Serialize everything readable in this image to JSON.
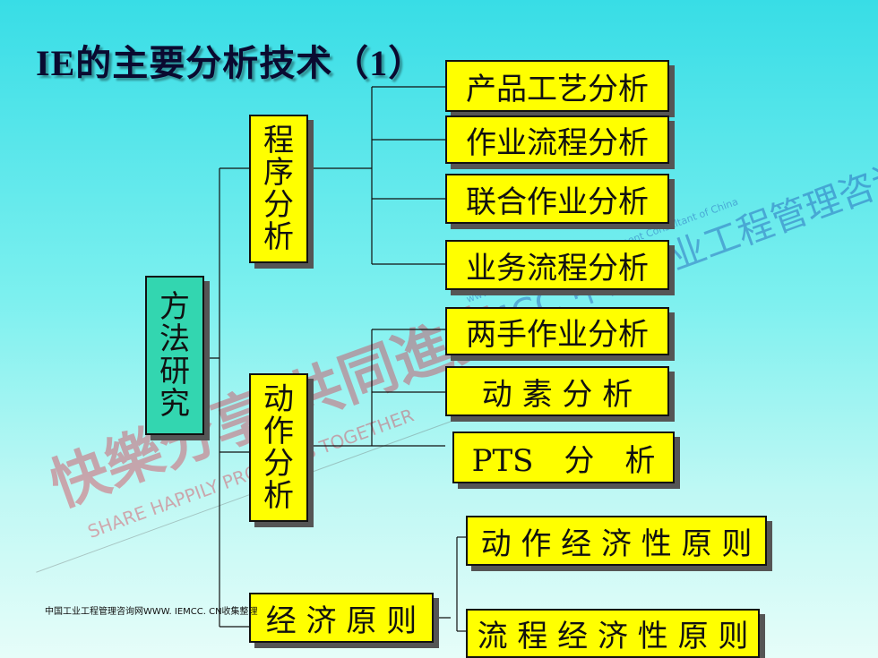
{
  "title": "IE的主要分析技术（1）",
  "root": {
    "label": [
      "方",
      "法",
      "研",
      "究"
    ]
  },
  "level1": [
    {
      "id": "program",
      "label": [
        "程",
        "序",
        "分",
        "析"
      ]
    },
    {
      "id": "motion",
      "label": [
        "动",
        "作",
        "分",
        "析"
      ]
    },
    {
      "id": "economy",
      "label": "经 济 原 则"
    }
  ],
  "program_items": [
    "产品工艺分析",
    "作业流程分析",
    "联合作业分析",
    "业务流程分析"
  ],
  "motion_items": [
    "两手作业分析",
    "动 素 分 析",
    "PTS　分　析"
  ],
  "economy_items": [
    "动 作 经 济 性 原 则",
    "流 程 经 济 性 原 则"
  ],
  "watermark": {
    "red_text": "快樂分享 共同進步",
    "red_sub": "SHARE HAPPILY PROGRESS TOGETHER",
    "blue_text": "IEMCC 中国工业工程管理咨询网",
    "blue_sub": "www.iemcc.cn Industrial Management Consultant of China"
  },
  "footer": "中国工业工程管理咨询网WWW. IEMCC. CN收集整理",
  "colors": {
    "box_yellow": "#ffff00",
    "box_green": "#33d6b0",
    "shadow": "#555555"
  }
}
